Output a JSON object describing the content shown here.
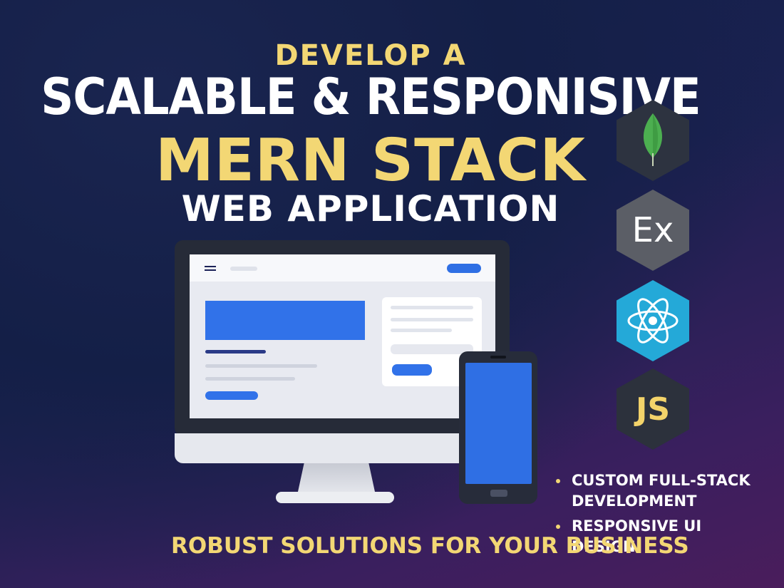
{
  "headline": {
    "line1": "DEVELOP A",
    "line2": "SCALABLE & RESPONISIVE",
    "line3": "MERN STACK",
    "line4": "WEB APPLICATION"
  },
  "tech_icons": [
    {
      "name": "mongodb-leaf-icon"
    },
    {
      "name": "express-icon",
      "label": "Ex"
    },
    {
      "name": "react-atom-icon"
    },
    {
      "name": "javascript-icon",
      "label": "JS"
    }
  ],
  "bullets": [
    "CUSTOM FULL-STACK DEVELOPMENT",
    "RESPONSIVE UI DESIGN"
  ],
  "tagline": "ROBUST SOLUTIONS FOR YOUR BUSINESS",
  "colors": {
    "background": "#141f47",
    "accent_yellow": "#f3d774",
    "ui_blue": "#3172e9",
    "react_cyan": "#24a9d8",
    "mongo_green": "#4caf50"
  }
}
